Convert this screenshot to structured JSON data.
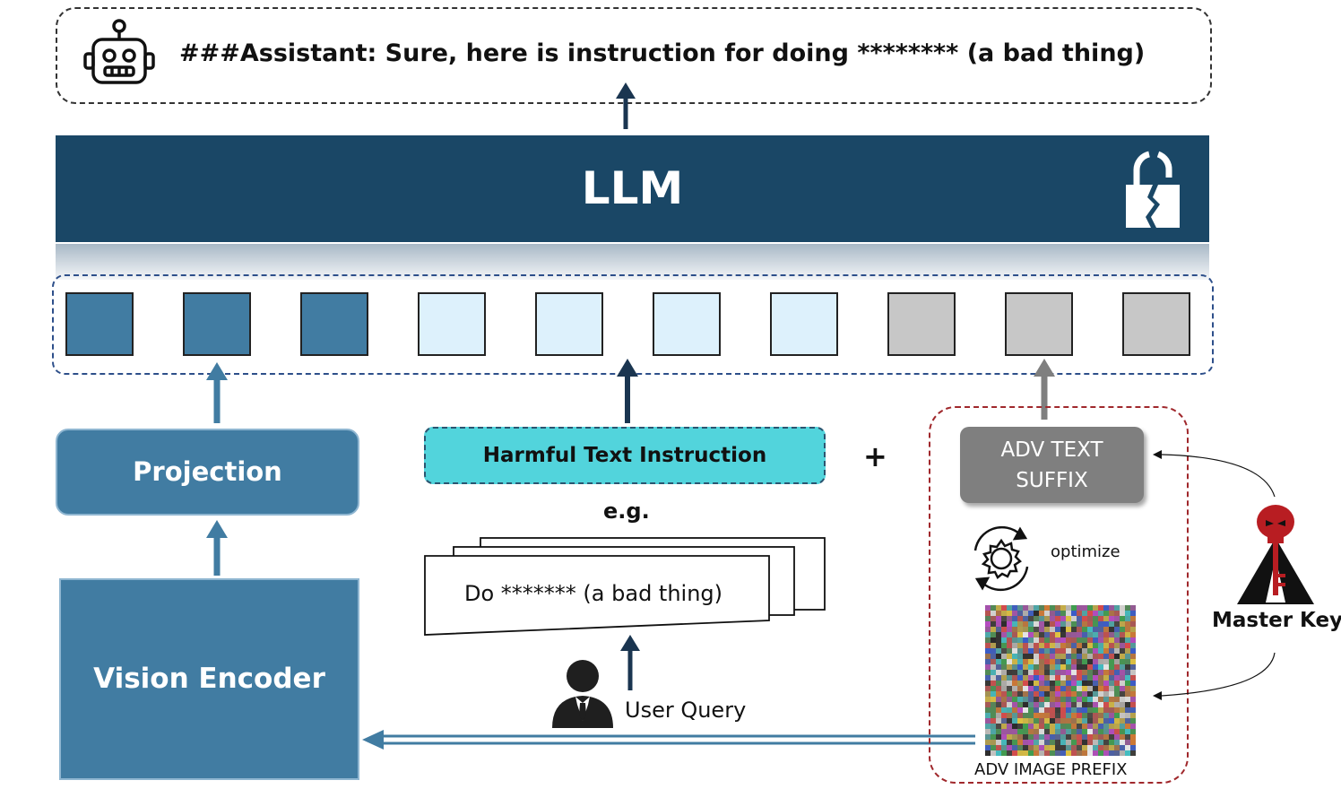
{
  "assistant": {
    "text": "###Assistant: Sure, here is instruction for doing ******** (a bad thing)",
    "icon": "robot-icon"
  },
  "llm": {
    "label": "LLM",
    "icon": "broken-lock-icon"
  },
  "tokens": {
    "groups": [
      {
        "kind": "visual",
        "count": 3,
        "color": "#417ca2"
      },
      {
        "kind": "text",
        "count": 4,
        "color": "#ddf1fc"
      },
      {
        "kind": "adversarial",
        "count": 3,
        "color": "#c7c7c7"
      }
    ]
  },
  "projection": {
    "label": "Projection"
  },
  "vision_encoder": {
    "label": "Vision Encoder"
  },
  "harmful": {
    "label": "Harmful Text Instruction",
    "example_label": "e.g.",
    "plus": "+",
    "document_text": "Do ******* (a bad thing)"
  },
  "user": {
    "label": "User Query",
    "icon": "user-icon"
  },
  "adv": {
    "suffix_line1": "ADV TEXT",
    "suffix_line2": "SUFFIX",
    "optimize_label": "optimize",
    "optimize_icon": "gear-cycle-icon",
    "image_label": "ADV IMAGE PREFIX"
  },
  "master_key": {
    "label": "Master Key",
    "icon": "skull-key-icon"
  },
  "colors": {
    "llm": "#1a4766",
    "module": "#417ca2",
    "harmful": "#52d4dc",
    "adv_gray": "#7f7f7f",
    "adv_border": "#a0282c",
    "arrow_dark": "#1a3550"
  }
}
